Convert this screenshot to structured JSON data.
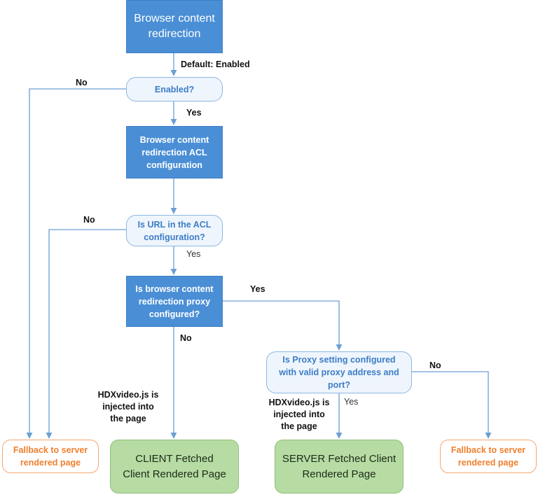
{
  "colors": {
    "process_fill": "#4a8fd6",
    "decision_fill": "#eef5fc",
    "decision_border": "#8db6e2",
    "terminal_green": "#b6dca4",
    "fallback_orange": "#ef7f2d",
    "connector": "#6a9fd4"
  },
  "nodes": {
    "bcr": "Browser content\nredirection",
    "enabled": "Enabled?",
    "acl_config": "Browser content\nredirection ACL\nconfiguration",
    "url_in_acl": "Is URL in the ACL\nconfiguration?",
    "proxy_configured": "Is browser content\nredirection proxy\nconfigured?",
    "proxy_valid": "Is Proxy setting configured\nwith valid proxy address and\nport?",
    "fallback_left": "Fallback to server\nrendered page",
    "client_fetched": "CLIENT Fetched\nClient Rendered Page",
    "server_fetched": "SERVER Fetched Client\nRendered Page",
    "fallback_right": "Fallback to server\nrendered page"
  },
  "labels": {
    "default_enabled": "Default: Enabled",
    "no_enabled": "No",
    "yes_enabled": "Yes",
    "no_acl": "No",
    "yes_acl": "Yes",
    "yes_proxy": "Yes",
    "no_proxy": "No",
    "no_valid": "No",
    "yes_valid": "Yes",
    "hdx_client": "HDXvideo.js is\ninjected into\nthe page",
    "hdx_server": "HDXvideo.js is\ninjected into\nthe page"
  }
}
